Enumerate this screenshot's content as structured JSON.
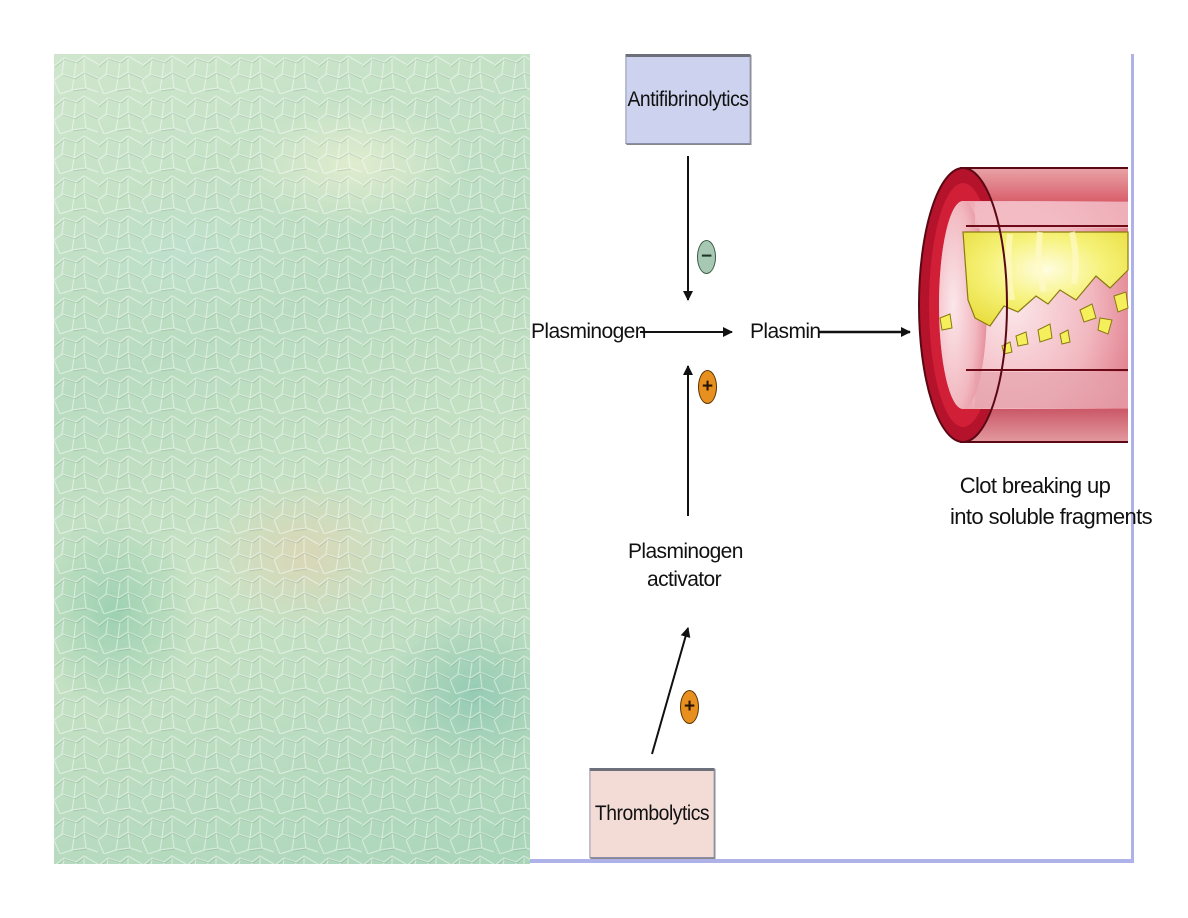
{
  "diagram": {
    "antifibrinolytics": "Antifibrinolytics",
    "thrombolytics": "Thrombolytics",
    "plasminogen": "Plasminogen",
    "plasmin": "Plasmin",
    "plasminogen_activator_line1": "Plasminogen",
    "plasminogen_activator_line2": "activator",
    "clot_caption_line1": "Clot breaking up",
    "clot_caption_line2": "into soluble fragments",
    "minus_symbol": "−",
    "plus_symbol": "+"
  },
  "colors": {
    "antifibrinolytics_box": "#cdd3ef",
    "thrombolytics_box": "#f3dcd6",
    "inhibit_sign": "#a7c9b3",
    "activate_sign": "#e7901f",
    "vessel_wall": "#c9182f",
    "clot": "#f4ef5a",
    "frame_border": "#aeb2e8"
  },
  "icons": [
    "blood-vessel-illustration",
    "minus-circle-icon",
    "plus-circle-icon"
  ]
}
